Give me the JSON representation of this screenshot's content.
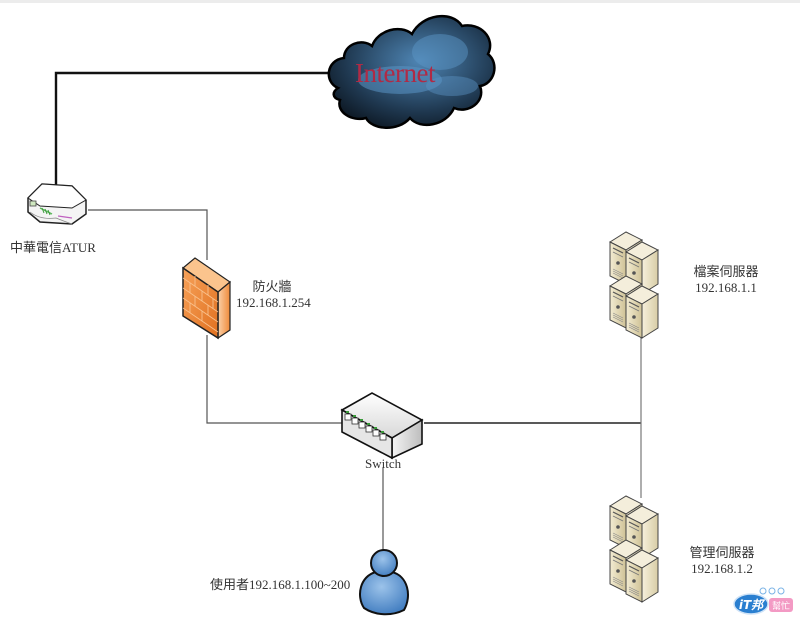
{
  "diagram": {
    "nodes": {
      "internet": {
        "label": "Internet",
        "icon": "cloud-icon"
      },
      "router": {
        "label": "中華電信ATUR",
        "icon": "router-icon"
      },
      "firewall": {
        "name": "防火牆",
        "ip": "192.168.1.254",
        "icon": "firewall-icon"
      },
      "switch": {
        "label": "Switch",
        "icon": "switch-icon"
      },
      "file_server": {
        "name": "檔案伺服器",
        "ip": "192.168.1.1",
        "icon": "server-icon"
      },
      "mgmt_server": {
        "name": "管理伺服器",
        "ip": "192.168.1.2",
        "icon": "server-icon"
      },
      "users": {
        "label": "使用者192.168.1.100~200",
        "icon": "user-icon"
      }
    },
    "edges": [
      {
        "from": "router",
        "to": "internet"
      },
      {
        "from": "router",
        "to": "firewall"
      },
      {
        "from": "firewall",
        "to": "switch"
      },
      {
        "from": "switch",
        "to": "file_server"
      },
      {
        "from": "switch",
        "to": "mgmt_server"
      },
      {
        "from": "switch",
        "to": "users"
      }
    ]
  },
  "watermark": {
    "brand": "iT邦",
    "sub": "幫忙"
  },
  "colors": {
    "internet_text": "#b02a45",
    "cloud_dark": "#1a2a3a",
    "cloud_light": "#4f86b5",
    "firewall": "#f08a3a",
    "user": "#5b93cf",
    "server": "#ebe3c9"
  }
}
